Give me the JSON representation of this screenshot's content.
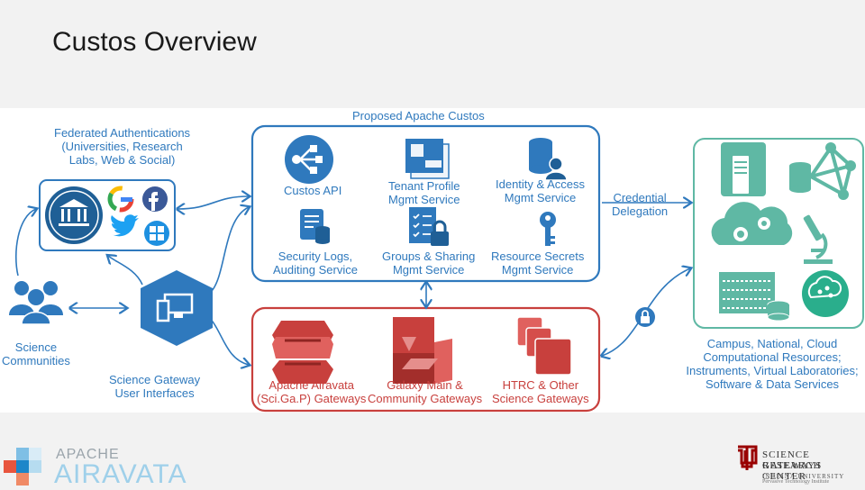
{
  "slide": {
    "title": "Custos Overview"
  },
  "diagram": {
    "proposed": "Proposed Apache Custos",
    "federated": [
      "Federated Authentications",
      "(Universities, Research",
      "Labs, Web & Social)"
    ],
    "custos_api": "Custos API",
    "tenant_profile": [
      "Tenant Profile",
      "Mgmt Service"
    ],
    "identity_access": [
      "Identity & Access",
      "Mgmt Service"
    ],
    "credential_delegation": [
      "Credential",
      "Delegation"
    ],
    "security_logs": [
      "Security Logs,",
      "Auditing Service"
    ],
    "groups_sharing": [
      "Groups & Sharing",
      "Mgmt Service"
    ],
    "resource_secrets": [
      "Resource Secrets",
      "Mgmt Service"
    ],
    "science_communities": [
      "Science",
      "Communities"
    ],
    "science_gateway": [
      "Science Gateway",
      "User Interfaces"
    ],
    "airavata_gw": [
      "Apache Airavata",
      "(Sci.Ga.P) Gateways"
    ],
    "galaxy_gw": [
      "Galaxy Main &",
      "Community Gateways"
    ],
    "htrc_gw": [
      "HTRC & Other",
      "Science Gateways"
    ],
    "campus": [
      "Campus, National, Cloud",
      "Computational Resources;",
      "Instruments, Virtual Laboratories;",
      "Software & Data Services"
    ]
  },
  "footer": {
    "apache": "APACHE",
    "airavata": "AIRAVATA",
    "sgrc_line1": "SCIENCE GATEWAYS",
    "sgrc_line2": "RESEARCH CENTER",
    "sgrc_line3": "INDIANA UNIVERSITY",
    "sgrc_line4": "Pervasive Technology Institute"
  },
  "colors": {
    "blue": "#2f79bd",
    "red": "#c8403d",
    "teal": "#5fb8a4",
    "navy": "#1f5f96"
  }
}
